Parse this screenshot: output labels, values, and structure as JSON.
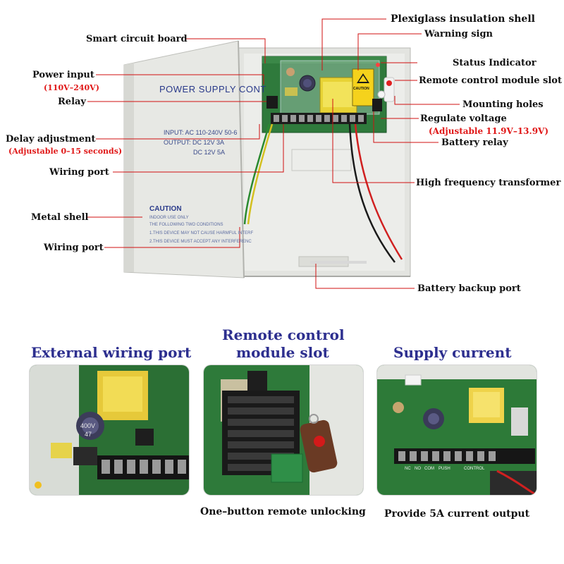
{
  "diagram": {
    "labels": {
      "smart_circuit_board": "Smart circuit board",
      "plexiglass_shell": "Plexiglass insulation shell",
      "warning_sign": "Warning sign",
      "power_input": "Power input",
      "power_input_range": "(110V–240V)",
      "status_indicator": "Status Indicator",
      "remote_slot": "Remote control module slot",
      "relay": "Relay",
      "mounting_holes": "Mounting holes",
      "regulate_voltage": "Regulate voltage",
      "regulate_voltage_range": "(Adjustable 11.9V–13.9V)",
      "delay_adjustment": "Delay adjustment",
      "delay_range": "(Adjustable 0–15 seconds)",
      "battery_relay": "Battery relay",
      "wiring_port_top": "Wiring port",
      "hf_transformer": "High frequency transformer",
      "metal_shell": "Metal shell",
      "wiring_port_bottom": "Wiring port",
      "battery_backup_port": "Battery backup port"
    },
    "box_text": {
      "door_title": "POWER SUPPLY CONT",
      "input_line": "INPUT: AC  110-240V  50-6",
      "output_line1": "OUTPUT:  DC  12V 3A",
      "output_line2": "DC  12V 5A",
      "caution_title": "CAUTION",
      "caution_line1": "INDOOR USE ONLY",
      "caution_line2": "THE FOLLOWING TWO CONDITIONS",
      "caution_line3": "1.THIS DEVICE MAY NOT CAUSE HARMFUL INTERF",
      "caution_line4": "2.THIS DEVICE MUST ACCEPT ANY INTERFERENC",
      "board_caution": "CAUTION"
    }
  },
  "panels": [
    {
      "title": "External wiring port",
      "caption": "",
      "photo_text": [
        "400V",
        "47"
      ]
    },
    {
      "title_line1": "Remote control",
      "title_line2": "module slot",
      "caption": "One–button remote unlocking"
    },
    {
      "title": "Supply current",
      "caption": "Provide 5A current output",
      "photo_text": [
        "NC",
        "NO",
        "COM",
        "PUSH",
        "CONTROL"
      ]
    }
  ],
  "colors": {
    "title_blue": "#2d2f8f",
    "range_red": "#e01818",
    "leader_red": "#d01010",
    "pcb_green": "#2f7a3c",
    "shell_grey": "#e6e7e3"
  }
}
